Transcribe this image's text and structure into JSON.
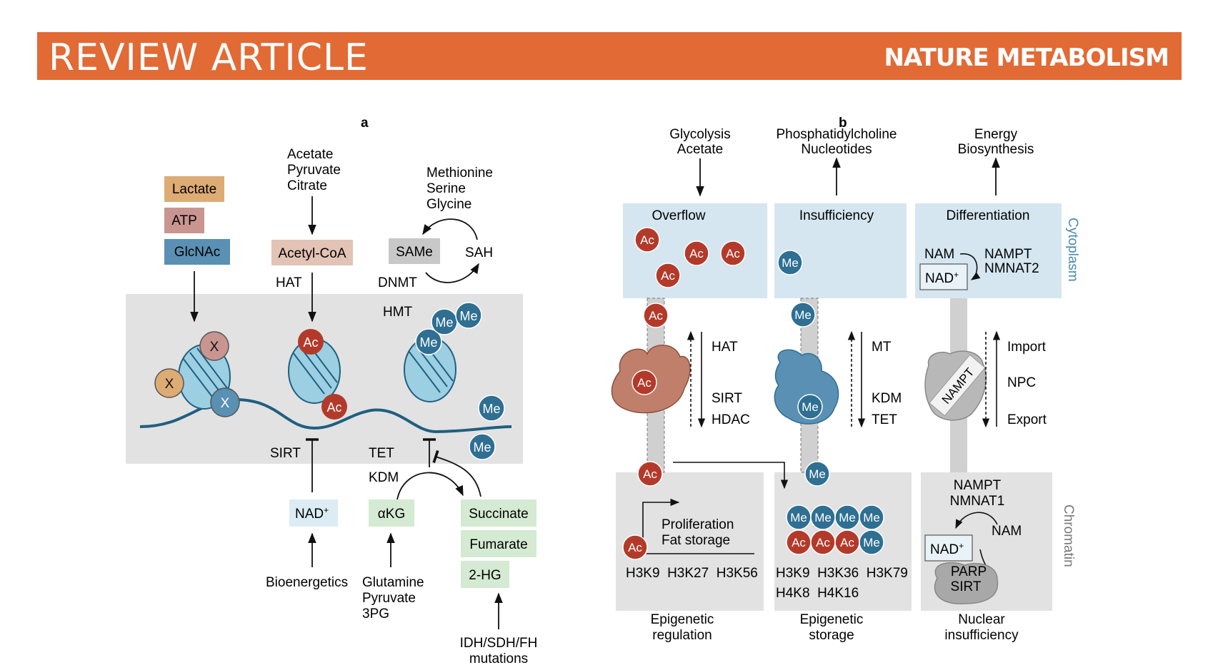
{
  "header": {
    "left": "REVIEW ARTICLE",
    "right": "NATURE METABOLISM"
  },
  "panel_a": {
    "label": "a",
    "lactate": "Lactate",
    "atp": "ATP",
    "glcnac": "GlcNAc",
    "acetate_sources": [
      "Acetate",
      "Pyruvate",
      "Citrate"
    ],
    "acetyl_coa": "Acetyl-CoA",
    "methyl_sources": [
      "Methionine",
      "Serine",
      "Glycine"
    ],
    "same": "SAMe",
    "sah": "SAH",
    "hat": "HAT",
    "dnmt": "DNMT",
    "hmt": "HMT",
    "x": "X",
    "ac": "Ac",
    "me": "Me",
    "sirt": "SIRT",
    "tet": "TET",
    "kdm": "KDM",
    "nad_base": "NAD",
    "nad_sup": "+",
    "akg": "αKG",
    "succinate": "Succinate",
    "fumarate": "Fumarate",
    "hg2": "2-HG",
    "bioenergetics": "Bioenergetics",
    "glutamine_sources": [
      "Glutamine",
      "Pyruvate",
      "3PG"
    ],
    "mutations": [
      "IDH/SDH/FH",
      "mutations"
    ]
  },
  "panel_b": {
    "label": "b",
    "col1_top": [
      "Glycolysis",
      "Acetate"
    ],
    "col2_top": [
      "Phosphatidylcholine",
      "Nucleotides"
    ],
    "col3_top": [
      "Energy",
      "Biosynthesis"
    ],
    "overflow": "Overflow",
    "insufficiency": "Insufficiency",
    "differentiation": "Differentiation",
    "nam": "NAM",
    "nampt_nmnat2": [
      "NAMPT",
      "NMNAT2"
    ],
    "hat": "HAT",
    "sirt": "SIRT",
    "hdac": "HDAC",
    "mt": "MT",
    "kdm": "KDM",
    "tet": "TET",
    "import": "Import",
    "npc": "NPC",
    "export": "Export",
    "nampt": "NAMPT",
    "cytoplasm": "Cytoplasm",
    "chromatin": "Chromatin",
    "proliferation": [
      "Proliferation",
      "Fat storage"
    ],
    "marks1": "H3K9  H3K27  H3K56",
    "marks2a": "H3K9  H3K36  H3K79",
    "marks2b": "H4K8  H4K16",
    "nampt_nmnat1": [
      "NAMPT",
      "NMNAT1"
    ],
    "parp_sirt": [
      "PARP",
      "SIRT"
    ],
    "cap1": [
      "Epigenetic",
      "regulation"
    ],
    "cap2": [
      "Epigenetic",
      "storage"
    ],
    "cap3": [
      "Nuclear",
      "insufficiency"
    ]
  },
  "colors": {
    "banner": "#e26a35",
    "acetyl": "#b33a2a",
    "methyl": "#2e6f92",
    "cyto_box": "#d5e6f0",
    "nucleus_box": "#e2e2e2"
  }
}
